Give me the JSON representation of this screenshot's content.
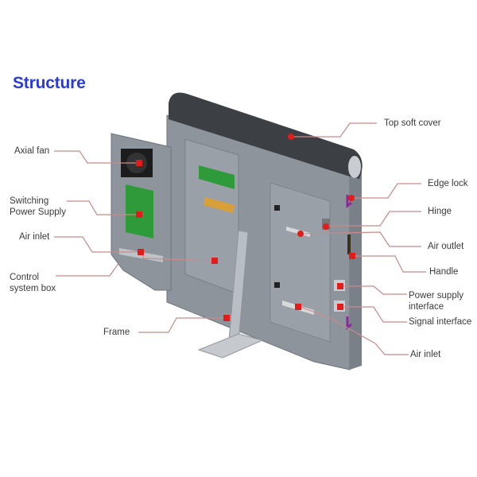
{
  "title": "Structure",
  "colors": {
    "title": "#2a3bd8",
    "leader_line": "#c98a8a",
    "marker": "#e21b1b",
    "panel": "#8e949c",
    "panel_dark": "#6e747c",
    "cover": "#3c3f44",
    "pcb": "#2f9a3a"
  },
  "labels": {
    "axial_fan": "Axial fan",
    "switching_power_supply_1": "Switching",
    "switching_power_supply_2": "Power Supply",
    "air_inlet_left": "Air inlet",
    "control_system_box_1": "Control",
    "control_system_box_2": "system box",
    "frame": "Frame",
    "top_soft_cover": "Top soft cover",
    "edge_lock": "Edge lock",
    "hinge": "Hinge",
    "air_outlet": "Air outlet",
    "handle": "Handle",
    "power_supply_interface_1": "Power supply",
    "power_supply_interface_2": "interface",
    "signal_interface": "Signal interface",
    "air_inlet_right": "Air inlet"
  }
}
